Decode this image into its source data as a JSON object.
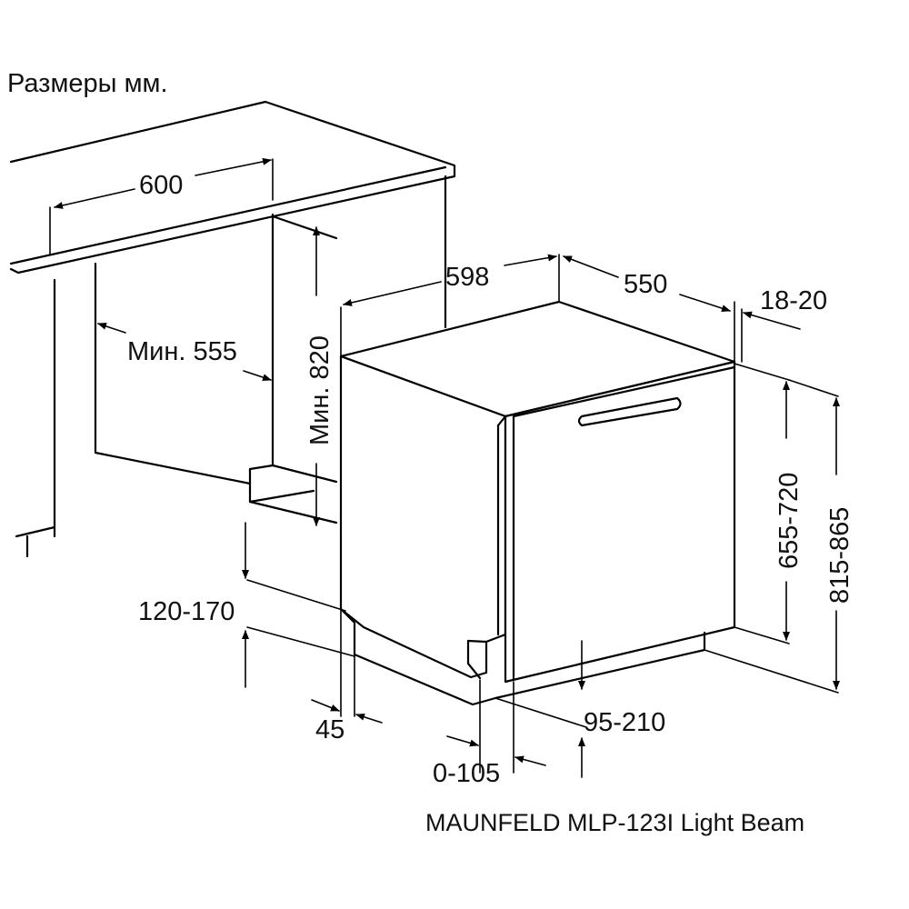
{
  "units_label": "Размеры мм.",
  "caption": "MAUNFELD MLP-123I Light Beam",
  "dimensions": {
    "niche_width": "600",
    "niche_depth_min": "Мин. 555",
    "niche_height_min": "Мин. 820",
    "appliance_width": "598",
    "appliance_depth": "550",
    "door_gap": "18-20",
    "panel_height": "655-720",
    "total_height": "815-865",
    "plinth_height": "120-170",
    "plinth_setback": "45",
    "foot_adjust": "0-105",
    "door_bottom": "95-210"
  }
}
